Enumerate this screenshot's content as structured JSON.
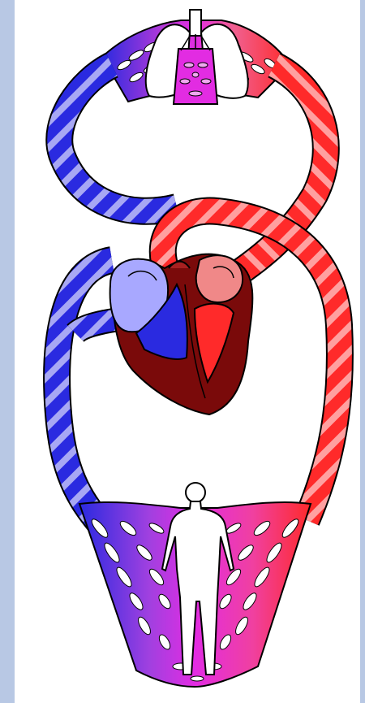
{
  "diagram": {
    "subject": "circulatory-system",
    "colors": {
      "frame": "#b8c8e4",
      "background": "#ffffff",
      "venous_blue": "#2a2ae0",
      "venous_blue_light": "#a8a8f4",
      "arterial_red": "#ff2a2a",
      "arterial_red_light": "#ffa0a0",
      "capillary_magenta": "#e22ce2",
      "capillary_pink": "#f0a8f0",
      "heart_dark": "#7a0a0a",
      "heart_mid": "#a82020",
      "atrium_left_pink": "#f08888",
      "atrium_right_lavender": "#a8a8ff",
      "outline": "#000000"
    },
    "parts": [
      "lungs",
      "pulmonary-capillary-bed",
      "pulmonary-vein",
      "pulmonary-artery",
      "heart",
      "aorta",
      "vena-cava",
      "systemic-capillary-bed",
      "human-body"
    ]
  }
}
